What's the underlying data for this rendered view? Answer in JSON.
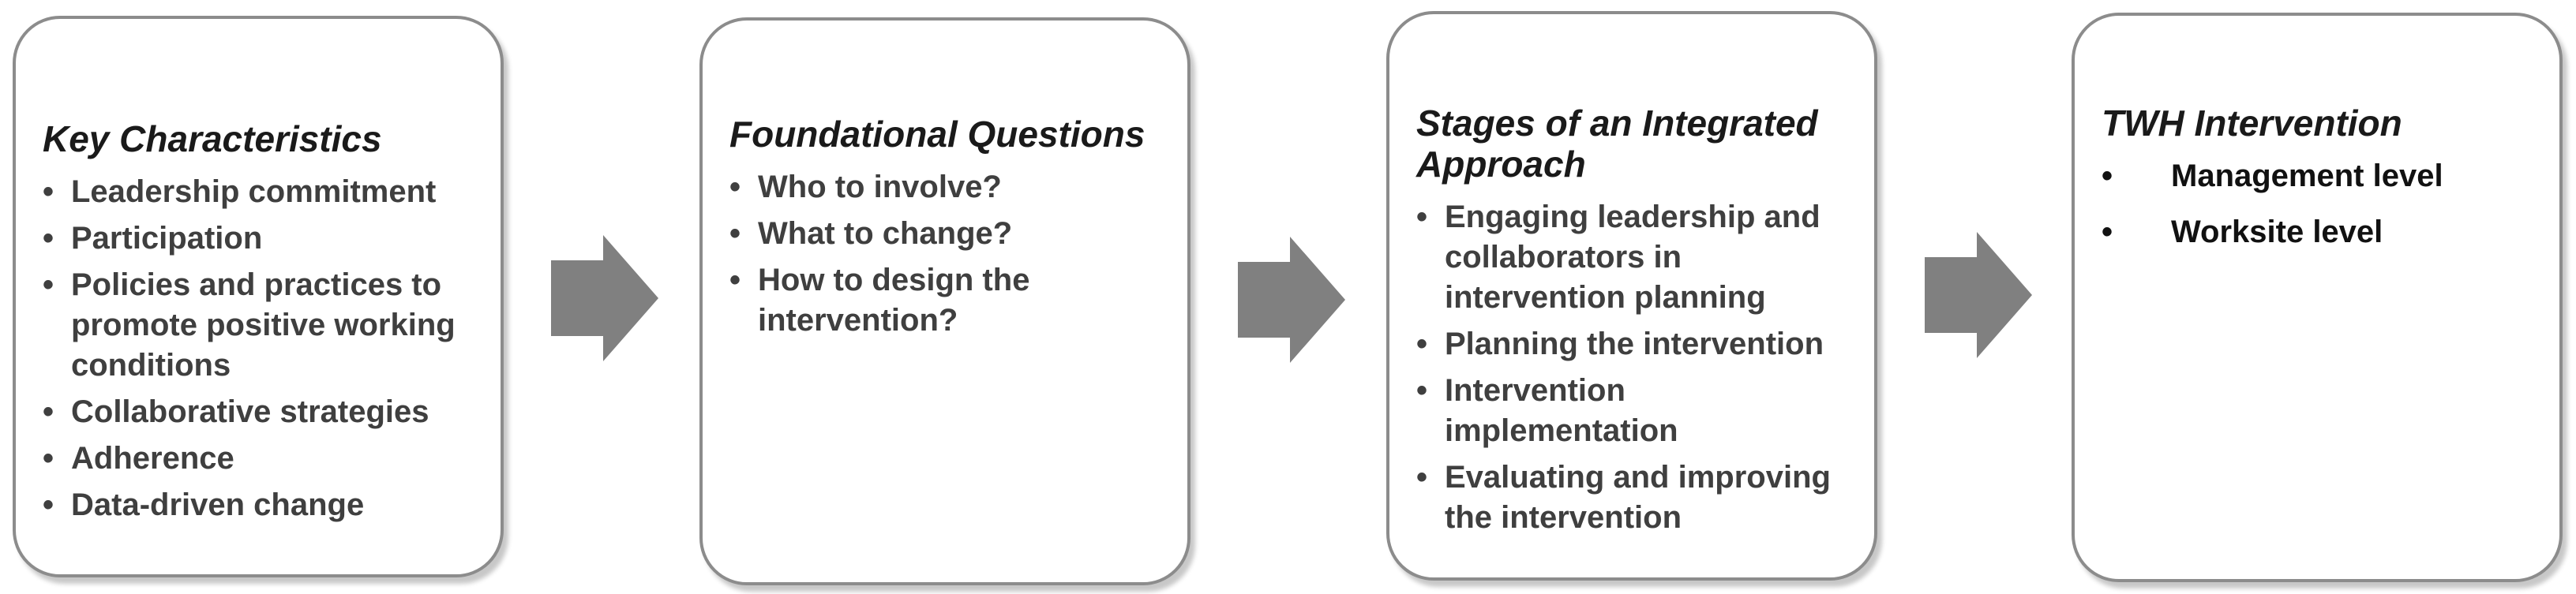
{
  "colors": {
    "border": "#8c8c8c",
    "arrow": "#808080",
    "title_text": "#1a1a1a",
    "item_text": "#3f3f3f",
    "background": "#ffffff"
  },
  "bullet_char": "•",
  "boxes": [
    {
      "title": "Key Characteristics",
      "items": [
        "Leadership commitment",
        "Participation",
        "Policies and practices to promote positive working conditions",
        "Collaborative strategies",
        "Adherence",
        "Data-driven change"
      ]
    },
    {
      "title": "Foundational Questions",
      "items": [
        "Who to involve?",
        "What to change?",
        "How to design the intervention?"
      ]
    },
    {
      "title": "Stages of an Integrated Approach",
      "items": [
        "Engaging leadership and collaborators in intervention planning",
        "Planning the intervention",
        "Intervention implementation",
        "Evaluating and improving the intervention"
      ]
    },
    {
      "title": "TWH Intervention",
      "items": [
        "Management level",
        "Worksite level"
      ]
    }
  ],
  "arrows": [
    {
      "from": "Key Characteristics",
      "to": "Foundational Questions",
      "icon": "right-arrow-icon"
    },
    {
      "from": "Foundational Questions",
      "to": "Stages of an Integrated Approach",
      "icon": "right-arrow-icon"
    },
    {
      "from": "Stages of an Integrated Approach",
      "to": "TWH Intervention",
      "icon": "right-arrow-icon"
    }
  ]
}
